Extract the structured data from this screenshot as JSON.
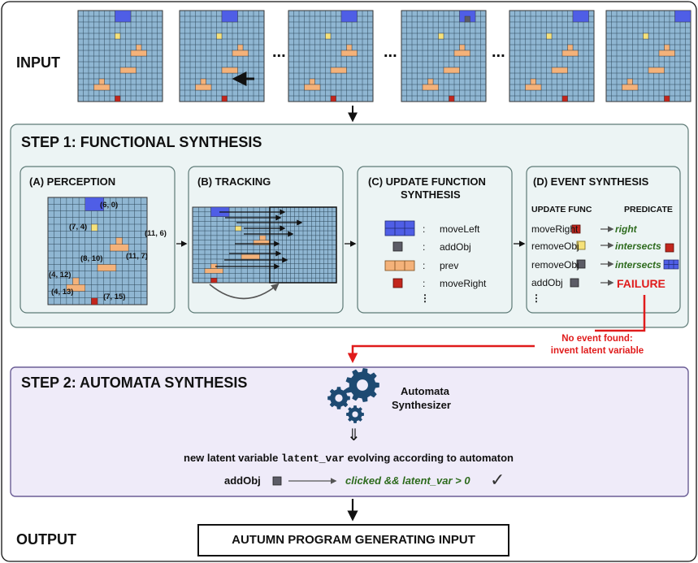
{
  "input": {
    "label": "INPUT",
    "ellipsis": "..."
  },
  "step1": {
    "title": "STEP 1: FUNCTIONAL SYNTHESIS",
    "perception": {
      "title": "(A) PERCEPTION",
      "coords": [
        "(6, 0)",
        "(7, 4)",
        "(11, 6)",
        "(8, 10)",
        "(11, 7)",
        "(4, 12)",
        "(4, 13)",
        "(7, 15)"
      ]
    },
    "tracking": {
      "title": "(B) TRACKING"
    },
    "update_fn": {
      "title_line1": "(C) UPDATE FUNCTION",
      "title_line2": "SYNTHESIS",
      "rows": [
        {
          "icon": "blue-block-icon",
          "name": "moveLeft"
        },
        {
          "icon": "gray-square-icon",
          "name": "addObj"
        },
        {
          "icon": "orange-bar-icon",
          "name": "prev"
        },
        {
          "icon": "red-square-icon",
          "name": "moveRight"
        }
      ],
      "colon": ":",
      "more": "⋮"
    },
    "event": {
      "title": "(D) EVENT SYNTHESIS",
      "col_update": "UPDATE FUNC",
      "col_predicate": "PREDICATE",
      "rows": [
        {
          "func": "moveRight",
          "func_icon": "red-square-icon",
          "predicate": "right",
          "pred_icon": ""
        },
        {
          "func": "removeObj",
          "func_icon": "yellow-square-icon",
          "predicate": "intersects",
          "pred_icon": "red-square-icon"
        },
        {
          "func": "removeObj",
          "func_icon": "gray-square-icon",
          "predicate": "intersects",
          "pred_icon": "blue-block-icon"
        },
        {
          "func": "addObj",
          "func_icon": "gray-square-icon",
          "predicate": "FAILURE",
          "pred_icon": ""
        }
      ],
      "more": "⋮"
    }
  },
  "failure_note": {
    "line1": "No event found:",
    "line2": "invent latent variable"
  },
  "step2": {
    "title": "STEP 2: AUTOMATA SYNTHESIS",
    "synth_line1": "Automata",
    "synth_line2": "Synthesizer",
    "double_arrow": "⇓",
    "latent_pre": "new latent variable ",
    "latent_code": "latent_var",
    "latent_post": " evolving according to automaton",
    "result_func": "addObj",
    "result_pred": "clicked && latent_var > 0",
    "check": "✓"
  },
  "output": {
    "label": "OUTPUT",
    "box": "AUTUMN PROGRAM GENERATING INPUT"
  },
  "colors": {
    "grid_bg": "#8fb6d2",
    "grid_line": "#2d4758",
    "blue_obj": "#4f5ee6",
    "yellow_obj": "#f6e27a",
    "orange_obj": "#f4b27a",
    "red_obj": "#c2261d",
    "gray_obj": "#5c5c66",
    "step1_bg": "#ecf4f4",
    "step2_bg": "#efebf9",
    "failure_red": "#e01b1b",
    "predicate_green": "#2e6b1e"
  }
}
